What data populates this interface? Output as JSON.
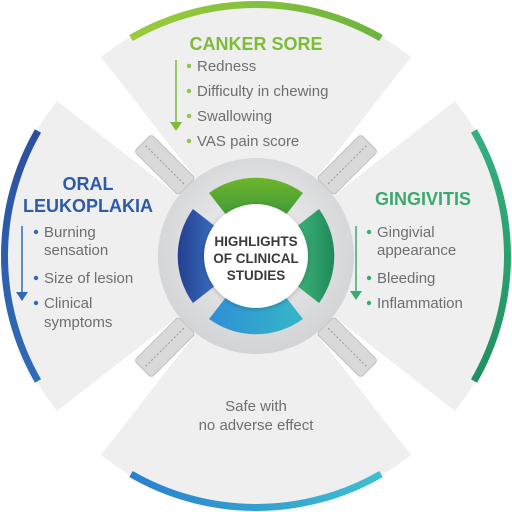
{
  "center": {
    "lines": [
      "HIGHLIGHTS",
      "OF CLINICAL",
      "STUDIES"
    ]
  },
  "top": {
    "title": "CANKER SORE",
    "color": "#8dc63f",
    "items": [
      "Redness",
      "Difficulty in chewing",
      "Swallowing",
      "VAS pain score"
    ]
  },
  "left": {
    "title_lines": [
      "ORAL",
      "LEUKOPLAKIA"
    ],
    "color": "#2e5aa8",
    "items": [
      [
        "Burning",
        "sensation"
      ],
      [
        "Size of lesion"
      ],
      [
        "Clinical",
        "symptoms"
      ]
    ]
  },
  "right": {
    "title": "GINGIVITIS",
    "color": "#3aaa6e",
    "items": [
      [
        "Gingivial",
        "appearance"
      ],
      [
        "Bleeding"
      ],
      [
        "Inflammation"
      ]
    ]
  },
  "bottom": {
    "color": "#2a9fd8",
    "lines": [
      "Safe with",
      "no adverse effect"
    ]
  }
}
